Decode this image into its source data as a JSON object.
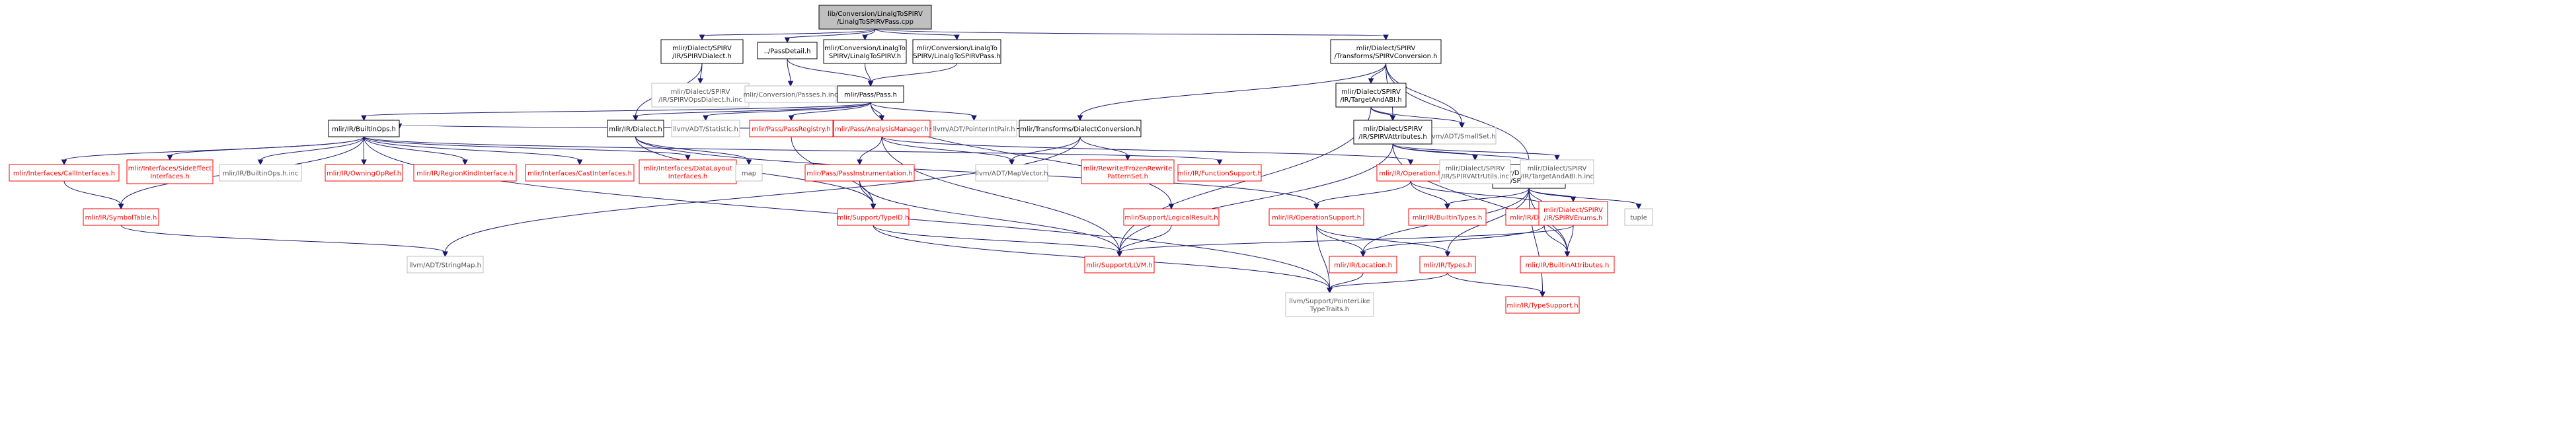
{
  "colors": {
    "edge": "#191970",
    "root_fill": "#bfbfbf",
    "root_stroke": "#000000",
    "documented_stroke": "#000000",
    "external_stroke": "#bfbfbf",
    "external_text": "#555555",
    "red_stroke": "#ff0000",
    "red_text": "#ff0000",
    "text": "#000000"
  },
  "nodes": [
    {
      "id": "root",
      "kind": "root",
      "lines": [
        "lib/Conversion/LinalgToSPIRV",
        "/LinalgToSPIRVPass.cpp"
      ]
    },
    {
      "id": "spirvdialect",
      "kind": "documented",
      "lines": [
        "mlir/Dialect/SPIRV",
        "/IR/SPIRVDialect.h"
      ]
    },
    {
      "id": "passdetail",
      "kind": "documented",
      "lines": [
        "../PassDetail.h"
      ]
    },
    {
      "id": "linalgtospirv",
      "kind": "documented",
      "lines": [
        "mlir/Conversion/LinalgTo",
        "SPIRV/LinalgToSPIRV.h"
      ]
    },
    {
      "id": "linalgtospirvpass",
      "kind": "documented",
      "lines": [
        "mlir/Conversion/LinalgTo",
        "SPIRV/LinalgToSPIRVPass.h"
      ]
    },
    {
      "id": "spirvconversion",
      "kind": "documented",
      "lines": [
        "mlir/Dialect/SPIRV",
        "/Transforms/SPIRVConversion.h"
      ]
    },
    {
      "id": "spirvopsdialectinc",
      "kind": "external",
      "lines": [
        "mlir/Dialect/SPIRV",
        "/IR/SPIRVOpsDialect.h.inc"
      ]
    },
    {
      "id": "irdialect",
      "kind": "documented",
      "lines": [
        "mlir/IR/Dialect.h"
      ]
    },
    {
      "id": "passesinc",
      "kind": "external",
      "lines": [
        "mlir/Conversion/Passes.h.inc"
      ]
    },
    {
      "id": "passpass",
      "kind": "documented",
      "lines": [
        "mlir/Pass/Pass.h"
      ]
    },
    {
      "id": "targetandabi",
      "kind": "documented",
      "lines": [
        "mlir/Dialect/SPIRV",
        "/IR/TargetAndABI.h"
      ]
    },
    {
      "id": "dialectconversion",
      "kind": "documented",
      "lines": [
        "mlir/Transforms/DialectConversion.h"
      ]
    },
    {
      "id": "smallset",
      "kind": "external",
      "lines": [
        "llvm/ADT/SmallSet.h"
      ]
    },
    {
      "id": "spirvattributes",
      "kind": "documented",
      "lines": [
        "mlir/Dialect/SPIRV",
        "/IR/SPIRVAttributes.h"
      ]
    },
    {
      "id": "spirvtypes",
      "kind": "documented",
      "lines": [
        "mlir/Dialect/SPIRV",
        "/IR/SPIRVTypes.h"
      ]
    },
    {
      "id": "builtinops",
      "kind": "documented",
      "lines": [
        "mlir/IR/BuiltinOps.h"
      ]
    },
    {
      "id": "statistic",
      "kind": "external",
      "lines": [
        "llvm/ADT/Statistic.h"
      ]
    },
    {
      "id": "passregistry",
      "kind": "red",
      "lines": [
        "mlir/Pass/PassRegistry.h"
      ]
    },
    {
      "id": "analysismanager",
      "kind": "red",
      "lines": [
        "mlir/Pass/AnalysisManager.h"
      ]
    },
    {
      "id": "pointerintpair",
      "kind": "external",
      "lines": [
        "llvm/ADT/PointerIntPair.h"
      ]
    },
    {
      "id": "callinterfaces",
      "kind": "red",
      "lines": [
        "mlir/Interfaces/CallInterfaces.h"
      ]
    },
    {
      "id": "sideeffect",
      "kind": "red",
      "lines": [
        "mlir/Interfaces/SideEffect",
        "Interfaces.h"
      ]
    },
    {
      "id": "builtinopsinc",
      "kind": "external",
      "lines": [
        "mlir/IR/BuiltinOps.h.inc"
      ]
    },
    {
      "id": "owningopref",
      "kind": "red",
      "lines": [
        "mlir/IR/OwningOpRef.h"
      ]
    },
    {
      "id": "regionkind",
      "kind": "red",
      "lines": [
        "mlir/IR/RegionKindInterface.h"
      ]
    },
    {
      "id": "castinterfaces",
      "kind": "red",
      "lines": [
        "mlir/Interfaces/CastInterfaces.h"
      ]
    },
    {
      "id": "datalayout",
      "kind": "red",
      "lines": [
        "mlir/Interfaces/DataLayout",
        "Interfaces.h"
      ]
    },
    {
      "id": "map",
      "kind": "external",
      "lines": [
        "map"
      ]
    },
    {
      "id": "passinstrumentation",
      "kind": "red",
      "lines": [
        "mlir/Pass/PassInstrumentation.h"
      ]
    },
    {
      "id": "mapvector",
      "kind": "external",
      "lines": [
        "llvm/ADT/MapVector.h"
      ]
    },
    {
      "id": "frozenrewrite",
      "kind": "red",
      "lines": [
        "mlir/Rewrite/FrozenRewrite",
        "PatternSet.h"
      ]
    },
    {
      "id": "functionsupport",
      "kind": "red",
      "lines": [
        "mlir/IR/FunctionSupport.h"
      ]
    },
    {
      "id": "operation",
      "kind": "red",
      "lines": [
        "mlir/IR/Operation.h"
      ]
    },
    {
      "id": "spirvattrutilsinc",
      "kind": "external",
      "lines": [
        "mlir/Dialect/SPIRV",
        "/IR/SPIRVAttrUtils.inc"
      ]
    },
    {
      "id": "targetandabiinc",
      "kind": "external",
      "lines": [
        "mlir/Dialect/SPIRV",
        "/IR/TargetAndABI.h.inc"
      ]
    },
    {
      "id": "symboltable",
      "kind": "red",
      "lines": [
        "mlir/IR/SymbolTable.h"
      ]
    },
    {
      "id": "typeid",
      "kind": "red",
      "lines": [
        "mlir/Support/TypeID.h"
      ]
    },
    {
      "id": "logicalresult",
      "kind": "red",
      "lines": [
        "mlir/Support/LogicalResult.h"
      ]
    },
    {
      "id": "operationsupport",
      "kind": "red",
      "lines": [
        "mlir/IR/OperationSupport.h"
      ]
    },
    {
      "id": "builtintypes",
      "kind": "red",
      "lines": [
        "mlir/IR/BuiltinTypes.h"
      ]
    },
    {
      "id": "diagnostics",
      "kind": "red",
      "lines": [
        "mlir/IR/Diagnostics.h"
      ]
    },
    {
      "id": "spirvenums",
      "kind": "red",
      "lines": [
        "mlir/Dialect/SPIRV",
        "/IR/SPIRVEnums.h"
      ]
    },
    {
      "id": "tuple",
      "kind": "external",
      "lines": [
        "tuple"
      ]
    },
    {
      "id": "stringmap",
      "kind": "external",
      "lines": [
        "llvm/ADT/StringMap.h"
      ]
    },
    {
      "id": "supportllvm",
      "kind": "red",
      "lines": [
        "mlir/Support/LLVM.h"
      ]
    },
    {
      "id": "location",
      "kind": "red",
      "lines": [
        "mlir/IR/Location.h"
      ]
    },
    {
      "id": "irtypes",
      "kind": "red",
      "lines": [
        "mlir/IR/Types.h"
      ]
    },
    {
      "id": "builtinattributes",
      "kind": "red",
      "lines": [
        "mlir/IR/BuiltinAttributes.h"
      ]
    },
    {
      "id": "pointerliketypetraits",
      "kind": "external",
      "lines": [
        "llvm/Support/PointerLike",
        "TypeTraits.h"
      ]
    },
    {
      "id": "typesupport",
      "kind": "red",
      "lines": [
        "mlir/IR/TypeSupport.h"
      ]
    }
  ],
  "edges": [
    [
      "root",
      "spirvdialect"
    ],
    [
      "root",
      "passdetail"
    ],
    [
      "root",
      "linalgtospirv"
    ],
    [
      "root",
      "linalgtospirvpass"
    ],
    [
      "root",
      "spirvconversion"
    ],
    [
      "spirvdialect",
      "spirvopsdialectinc"
    ],
    [
      "spirvdialect",
      "irdialect"
    ],
    [
      "passdetail",
      "passesinc"
    ],
    [
      "passdetail",
      "passpass"
    ],
    [
      "linalgtospirv",
      "passpass"
    ],
    [
      "linalgtospirvpass",
      "passpass"
    ],
    [
      "spirvconversion",
      "targetandabi"
    ],
    [
      "spirvconversion",
      "dialectconversion"
    ],
    [
      "spirvconversion",
      "smallset"
    ],
    [
      "spirvconversion",
      "spirvattributes"
    ],
    [
      "spirvconversion",
      "spirvtypes"
    ],
    [
      "passpass",
      "irdialect"
    ],
    [
      "passpass",
      "builtinops"
    ],
    [
      "passpass",
      "statistic"
    ],
    [
      "passpass",
      "passregistry"
    ],
    [
      "passpass",
      "analysismanager"
    ],
    [
      "passpass",
      "pointerintpair"
    ],
    [
      "passpass",
      "logicalresult"
    ],
    [
      "targetandabi",
      "spirvattributes"
    ],
    [
      "targetandabi",
      "smallset"
    ],
    [
      "targetandabi",
      "supportllvm"
    ],
    [
      "dialectconversion",
      "builtinops"
    ],
    [
      "dialectconversion",
      "mapvector"
    ],
    [
      "dialectconversion",
      "frozenrewrite"
    ],
    [
      "dialectconversion",
      "stringmap"
    ],
    [
      "spirvattributes",
      "spirvattrutilsinc"
    ],
    [
      "spirvattributes",
      "targetandabiinc"
    ],
    [
      "spirvattributes",
      "spirvtypes"
    ],
    [
      "spirvattributes",
      "builtinattributes"
    ],
    [
      "spirvattributes",
      "supportllvm"
    ],
    [
      "builtinops",
      "callinterfaces"
    ],
    [
      "builtinops",
      "sideeffect"
    ],
    [
      "builtinops",
      "builtinopsinc"
    ],
    [
      "builtinops",
      "owningopref"
    ],
    [
      "builtinops",
      "regionkind"
    ],
    [
      "builtinops",
      "castinterfaces"
    ],
    [
      "builtinops",
      "datalayout"
    ],
    [
      "builtinops",
      "functionsupport"
    ],
    [
      "builtinops",
      "symboltable"
    ],
    [
      "builtinops",
      "pointerliketypetraits"
    ],
    [
      "irdialect",
      "operationsupport"
    ],
    [
      "irdialect",
      "map"
    ],
    [
      "irdialect",
      "typeid"
    ],
    [
      "passregistry",
      "typeid"
    ],
    [
      "analysismanager",
      "passinstrumentation"
    ],
    [
      "analysismanager",
      "mapvector"
    ],
    [
      "analysismanager",
      "operation"
    ],
    [
      "analysismanager",
      "supportllvm"
    ],
    [
      "passinstrumentation",
      "typeid"
    ],
    [
      "passinstrumentation",
      "supportllvm"
    ],
    [
      "callinterfaces",
      "symboltable"
    ],
    [
      "symboltable",
      "stringmap"
    ],
    [
      "typeid",
      "supportllvm"
    ],
    [
      "typeid",
      "pointerliketypetraits"
    ],
    [
      "logicalresult",
      "supportllvm"
    ],
    [
      "operation",
      "operationsupport"
    ],
    [
      "operation",
      "diagnostics"
    ],
    [
      "operation",
      "builtintypes"
    ],
    [
      "operationsupport",
      "location"
    ],
    [
      "operationsupport",
      "irtypes"
    ],
    [
      "operationsupport",
      "pointerliketypetraits"
    ],
    [
      "spirvtypes",
      "builtintypes"
    ],
    [
      "spirvtypes",
      "diagnostics"
    ],
    [
      "spirvtypes",
      "spirvenums"
    ],
    [
      "spirvtypes",
      "tuple"
    ],
    [
      "spirvtypes",
      "location"
    ],
    [
      "spirvtypes",
      "irtypes"
    ],
    [
      "spirvtypes",
      "typesupport"
    ],
    [
      "spirvtypes",
      "builtinattributes"
    ],
    [
      "spirvenums",
      "builtinattributes"
    ],
    [
      "spirvenums",
      "supportllvm"
    ],
    [
      "diagnostics",
      "location"
    ],
    [
      "diagnostics",
      "builtinattributes"
    ],
    [
      "location",
      "pointerliketypetraits"
    ],
    [
      "irtypes",
      "typesupport"
    ],
    [
      "irtypes",
      "pointerliketypetraits"
    ]
  ]
}
